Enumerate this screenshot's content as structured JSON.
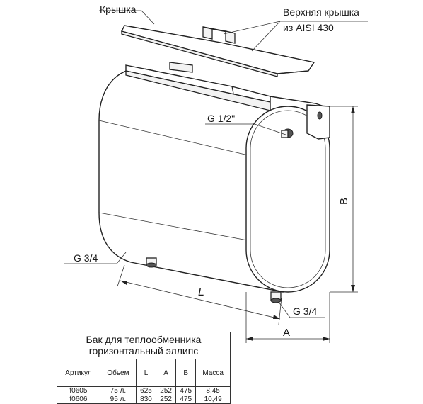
{
  "labels": {
    "lid": "Крышка",
    "top_cover_line1": "Верхняя крышка",
    "top_cover_line2": "из AISI 430",
    "port_top": "G 1/2\"",
    "port_left": "G 3/4",
    "port_bottom": "G 3/4",
    "dim_b": "B",
    "dim_l": "L",
    "dim_a": "A"
  },
  "table": {
    "title_line1": "Бак для теплообменника",
    "title_line2": "горизонтальный эллипс",
    "headers": [
      "Артикул",
      "Обьем",
      "L",
      "A",
      "B",
      "Масса"
    ],
    "rows": [
      [
        "f0605",
        "75 л.",
        "625",
        "252",
        "475",
        "8,45"
      ],
      [
        "f0606",
        "95 л.",
        "830",
        "252",
        "475",
        "10,49"
      ]
    ]
  }
}
